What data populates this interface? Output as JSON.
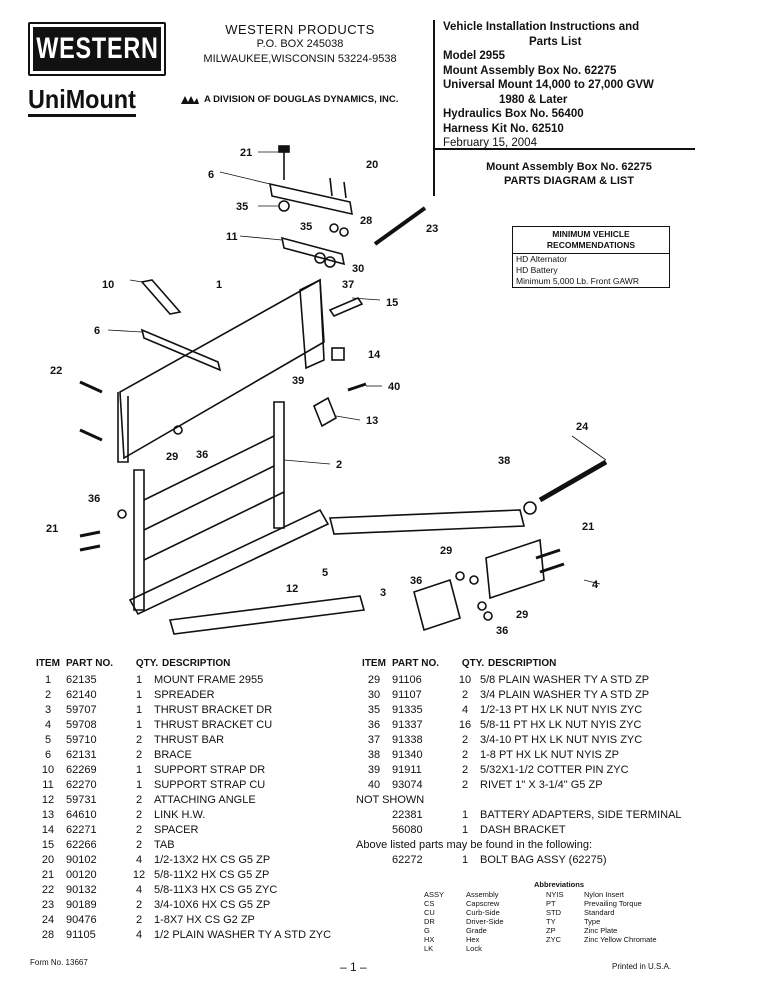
{
  "header": {
    "logo_top": "WESTERN",
    "logo_bottom": "UniMount",
    "company_name": "WESTERN PRODUCTS",
    "address_1": "P.O. BOX 245038",
    "address_2": "MILWAUKEE,WISCONSIN 53224-9538",
    "division": "A DIVISION OF DOUGLAS DYNAMICS, INC."
  },
  "info": {
    "line1": "Vehicle Installation Instructions and",
    "line2": "Parts List",
    "model": "Model 2955",
    "mount_box": "Mount Assembly Box No. 62275",
    "universal": "Universal Mount  14,000 to 27,000 GVW",
    "years": "1980 & Later",
    "hydraulics": "Hydraulics Box No. 56400",
    "harness": "Harness Kit No. 62510",
    "date": "February 15, 2004"
  },
  "section": {
    "title": "Mount Assembly Box No. 62275",
    "subtitle": "PARTS DIAGRAM & LIST"
  },
  "min_vehicle": {
    "title_1": "MINIMUM VEHICLE",
    "title_2": "RECOMMENDATIONS",
    "rows": [
      "HD Alternator",
      "HD Battery",
      "Minimum 5,000 Lb. Front GAWR"
    ]
  },
  "diagram_callouts": {
    "c21a": "21",
    "c20": "20",
    "c6a": "6",
    "c35a": "35",
    "c35b": "35",
    "c28": "28",
    "c23": "23",
    "c11": "11",
    "c30": "30",
    "c37": "37",
    "c10": "10",
    "c1": "1",
    "c15": "15",
    "c6b": "6",
    "c14": "14",
    "c22": "22",
    "c39": "39",
    "c40": "40",
    "c13": "13",
    "c24": "24",
    "c29a": "29",
    "c36a": "36",
    "c2": "2",
    "c38": "38",
    "c36b": "36",
    "c21b": "21",
    "c21c": "21",
    "c29b": "29",
    "c5": "5",
    "c12": "12",
    "c36c": "36",
    "c3": "3",
    "c4": "4",
    "c29c": "29",
    "c36d": "36"
  },
  "table": {
    "headers": {
      "item": "ITEM",
      "part": "PART NO.",
      "qty": "QTY.",
      "desc": "DESCRIPTION"
    },
    "left_rows": [
      {
        "item": "1",
        "part": "62135",
        "qty": "1",
        "desc": "MOUNT FRAME 2955"
      },
      {
        "item": "2",
        "part": "62140",
        "qty": "1",
        "desc": "SPREADER"
      },
      {
        "item": "3",
        "part": "59707",
        "qty": "1",
        "desc": "THRUST BRACKET DR"
      },
      {
        "item": "4",
        "part": "59708",
        "qty": "1",
        "desc": "THRUST BRACKET CU"
      },
      {
        "item": "5",
        "part": "59710",
        "qty": "2",
        "desc": "THRUST BAR"
      },
      {
        "item": "6",
        "part": "62131",
        "qty": "2",
        "desc": "BRACE"
      },
      {
        "item": "10",
        "part": "62269",
        "qty": "1",
        "desc": "SUPPORT STRAP DR"
      },
      {
        "item": "11",
        "part": "62270",
        "qty": "1",
        "desc": "SUPPORT STRAP CU"
      },
      {
        "item": "12",
        "part": "59731",
        "qty": "2",
        "desc": "ATTACHING ANGLE"
      },
      {
        "item": "13",
        "part": "64610",
        "qty": "2",
        "desc": "LINK H.W."
      },
      {
        "item": "14",
        "part": "62271",
        "qty": "2",
        "desc": "SPACER"
      },
      {
        "item": "15",
        "part": "62266",
        "qty": "2",
        "desc": "TAB"
      },
      {
        "item": "20",
        "part": "90102",
        "qty": "4",
        "desc": "1/2-13X2 HX CS G5 ZP"
      },
      {
        "item": "21",
        "part": "00120",
        "qty": "12",
        "desc": "5/8-11X2 HX CS G5 ZP"
      },
      {
        "item": "22",
        "part": "90132",
        "qty": "4",
        "desc": "5/8-11X3 HX CS G5 ZYC"
      },
      {
        "item": "23",
        "part": "90189",
        "qty": "2",
        "desc": "3/4-10X6 HX CS G5 ZP"
      },
      {
        "item": "24",
        "part": "90476",
        "qty": "2",
        "desc": "1-8X7 HX CS G2 ZP"
      },
      {
        "item": "28",
        "part": "91105",
        "qty": "4",
        "desc": "1/2 PLAIN WASHER TY A STD ZYC"
      }
    ],
    "right_rows": [
      {
        "item": "29",
        "part": "91106",
        "qty": "10",
        "desc": "5/8 PLAIN WASHER TY A STD ZP"
      },
      {
        "item": "30",
        "part": "91107",
        "qty": "2",
        "desc": "3/4 PLAIN WASHER TY A STD ZP"
      },
      {
        "item": "35",
        "part": "91335",
        "qty": "4",
        "desc": "1/2-13 PT HX LK NUT NYIS ZYC"
      },
      {
        "item": "36",
        "part": "91337",
        "qty": "16",
        "desc": "5/8-11 PT HX LK NUT NYIS ZYC"
      },
      {
        "item": "37",
        "part": "91338",
        "qty": "2",
        "desc": "3/4-10 PT HX LK NUT NYIS ZYC"
      },
      {
        "item": "38",
        "part": "91340",
        "qty": "2",
        "desc": "1-8 PT HX LK NUT NYIS ZP"
      },
      {
        "item": "39",
        "part": "91911",
        "qty": "2",
        "desc": "5/32X1-1/2 COTTER PIN ZYC"
      },
      {
        "item": "40",
        "part": "93074",
        "qty": "2",
        "desc": "RIVET 1\" X 3-1/4\" G5 ZP"
      }
    ],
    "not_shown_label": "NOT SHOWN",
    "not_shown_rows": [
      {
        "part": "22381",
        "qty": "1",
        "desc": "BATTERY ADAPTERS, SIDE TERMINAL"
      },
      {
        "part": "56080",
        "qty": "1",
        "desc": "DASH BRACKET"
      }
    ],
    "bag_note": "Above listed parts may be found in the following:",
    "bag_row": {
      "part": "62272",
      "qty": "1",
      "desc": "BOLT BAG ASSY (62275)"
    }
  },
  "abbreviations": {
    "title": "Abbreviations",
    "left_codes": [
      "ASSY",
      "CS",
      "CU",
      "DR",
      "G",
      "HX",
      "LK"
    ],
    "left_words": [
      "Assembly",
      "Capscrew",
      "Curb-Side",
      "Driver-Side",
      "Grade",
      "Hex",
      "Lock"
    ],
    "right_codes": [
      "NYIS",
      "PT",
      "STD",
      "TY",
      "ZP",
      "ZYC"
    ],
    "right_words": [
      "Nylon Insert",
      "Prevailing Torque",
      "Standard",
      "Type",
      "Zinc Plate",
      "Zinc Yellow Chromate"
    ]
  },
  "footer": {
    "form": "Form No. 13667",
    "page": "– 1 –",
    "printed": "Printed in U.S.A."
  }
}
